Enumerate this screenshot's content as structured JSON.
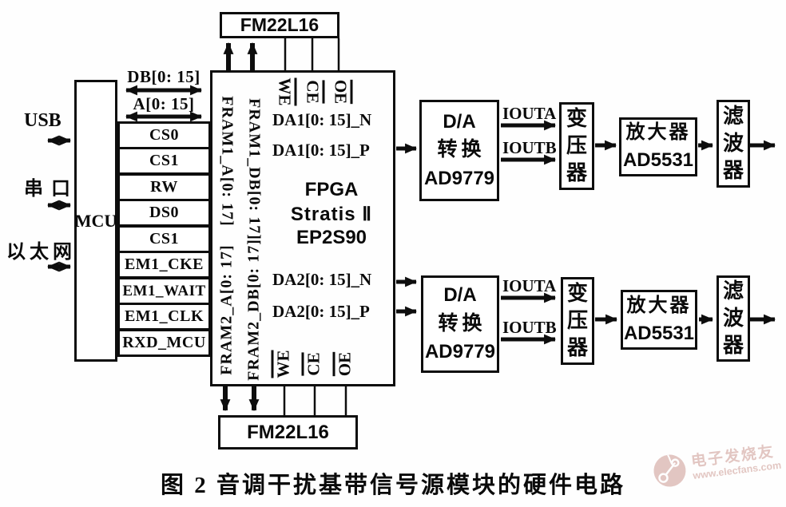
{
  "caption": "图 2  音调干扰基带信号源模块的硬件电路",
  "ports": {
    "usb": "USB",
    "serial": "串口",
    "ethernet": "以太网"
  },
  "mcu_label": "MCU",
  "bus": [
    "DB[0: 15]",
    "A[0: 15]",
    "CS0",
    "CS1",
    "RW",
    "DS0",
    "CS1",
    "EM1_CKE",
    "EM1_WAIT",
    "EM1_CLK",
    "RXD_MCU"
  ],
  "fpga": {
    "lines": [
      "FPGA",
      "Stratis Ⅱ",
      "EP2S90"
    ],
    "fram1_a": "FRAM1_A[0: 17]",
    "fram1_db": "FRAM1_DB[0: 17]",
    "fram2_a": "FRAM2_A[0: 17]",
    "fram2_db": "FRAM2_DB[0: 17]",
    "we": "WE",
    "ce": "CE",
    "oe": "OE",
    "da1_n": "DA1[0: 15]_N",
    "da1_p": "DA1[0: 15]_P",
    "da2_n": "DA2[0: 15]_N",
    "da2_p": "DA2[0: 15]_P"
  },
  "memory_top": "FM22L16",
  "memory_bottom": "FM22L16",
  "chain_top": {
    "dac_l1": "D/A",
    "dac_l2": "转换",
    "dac_l3": "AD9779",
    "iouta": "IOUTA",
    "ioutb": "IOUTB",
    "transformer": "变压器",
    "amp_l1": "放大器",
    "amp_l2": "AD5531",
    "filter": "滤波器"
  },
  "chain_bottom": {
    "dac_l1": "D/A",
    "dac_l2": "转换",
    "dac_l3": "AD9779",
    "iouta": "IOUTA",
    "ioutb": "IOUTB",
    "transformer": "变压器",
    "amp_l1": "放大器",
    "amp_l2": "AD5531",
    "filter": "滤波器"
  },
  "watermark": {
    "brand": "电子发烧友",
    "site": "www.elecfans.com"
  },
  "colors": {
    "line": "#0d0d0d",
    "watermark": "#bd7a70"
  }
}
